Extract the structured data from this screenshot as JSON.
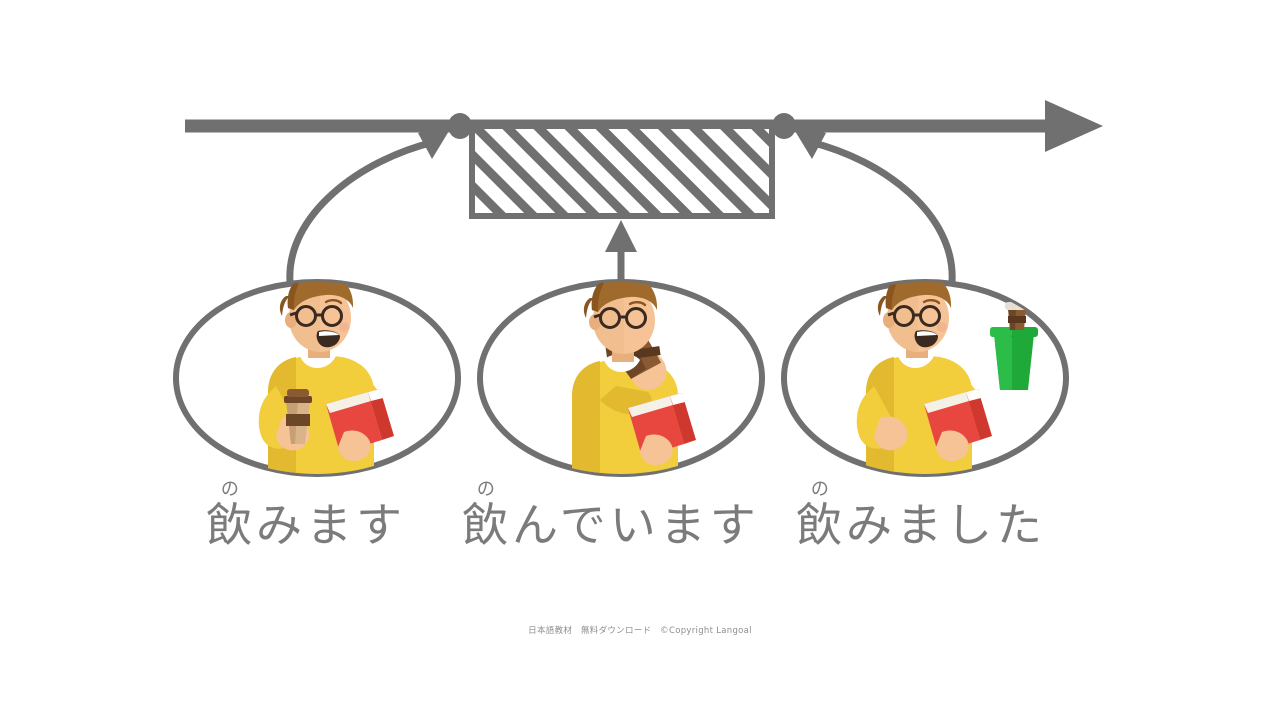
{
  "page": {
    "title": "Japanese verb tense timeline — 飲む (to drink)",
    "background_color": "#ffffff",
    "line_color": "#707070",
    "text_color": "#7b7b7b"
  },
  "timeline": {
    "name": "time-arrow",
    "direction": "left-to-right",
    "markers": [
      {
        "id": "start-dot",
        "label": ""
      },
      {
        "id": "end-dot",
        "label": ""
      }
    ],
    "hatched_region": {
      "name": "progressive-duration-box",
      "pattern": "diagonal-hatch"
    }
  },
  "scenes": [
    {
      "id": "scene-1",
      "label_ruby": "の",
      "label_main": "飲みます",
      "description": "holding-coffee-cup-and-book",
      "has_trash_bin": false,
      "pose": "holding-cup",
      "arrow": "curve-left"
    },
    {
      "id": "scene-2",
      "label_ruby": "の",
      "label_main": "飲んでいます",
      "description": "drinking-coffee-while-holding-book",
      "has_trash_bin": false,
      "pose": "drinking",
      "arrow": "straight-up"
    },
    {
      "id": "scene-3",
      "label_ruby": "の",
      "label_main": "飲みました",
      "description": "finished-drinking-cup-in-trash-bin",
      "has_trash_bin": true,
      "pose": "empty-hand",
      "arrow": "curve-right"
    }
  ],
  "colors": {
    "gray": "#707070",
    "text_gray": "#7b7b7b",
    "sweater_yellow": "#f2cd3c",
    "sweater_yellow_shade": "#e2b92f",
    "hair_brown": "#a06a2c",
    "hair_brown_dark": "#8a5620",
    "skin": "#f5c396",
    "skin_shade": "#e8ae7c",
    "book_red": "#e8473f",
    "book_red_dark": "#cf382f",
    "book_white": "#f6f1e7",
    "cup_tan": "#d9b48a",
    "cup_brown": "#6d4527",
    "bin_green": "#1ea939",
    "bin_green_light": "#2bbd48",
    "glasses": "#3b2a20",
    "collar_white": "#ffffff"
  },
  "footer": {
    "text": "日本語教材　無料ダウンロード　©Copyright Langoal"
  }
}
